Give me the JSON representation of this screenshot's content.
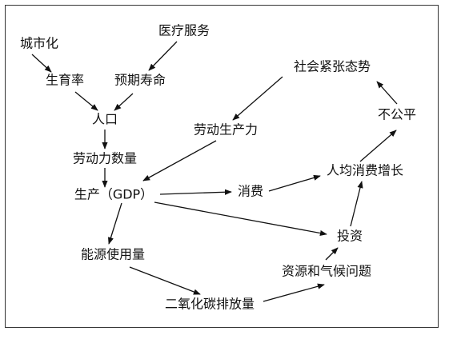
{
  "diagram": {
    "nodes": [
      {
        "id": "urbanization",
        "label": "城市化"
      },
      {
        "id": "medical",
        "label": "医疗服务"
      },
      {
        "id": "fertility",
        "label": "生育率"
      },
      {
        "id": "life_expectancy",
        "label": "预期寿命"
      },
      {
        "id": "social_tension",
        "label": "社会紧张态势"
      },
      {
        "id": "population",
        "label": "人口"
      },
      {
        "id": "productivity",
        "label": "劳动生产力"
      },
      {
        "id": "inequality",
        "label": "不公平"
      },
      {
        "id": "labor_quantity",
        "label": "劳动力数量"
      },
      {
        "id": "consumption_growth",
        "label": "人均消费增长"
      },
      {
        "id": "gdp",
        "label": "生产（GDP）"
      },
      {
        "id": "consumption",
        "label": "消费"
      },
      {
        "id": "investment",
        "label": "投资"
      },
      {
        "id": "energy",
        "label": "能源使用量"
      },
      {
        "id": "resources_climate",
        "label": "资源和气候问题"
      },
      {
        "id": "co2",
        "label": "二氧化碳排放量"
      }
    ],
    "edges": [
      {
        "from": "urbanization",
        "to": "fertility"
      },
      {
        "from": "medical",
        "to": "life_expectancy"
      },
      {
        "from": "fertility",
        "to": "population"
      },
      {
        "from": "life_expectancy",
        "to": "population"
      },
      {
        "from": "population",
        "to": "labor_quantity"
      },
      {
        "from": "labor_quantity",
        "to": "gdp"
      },
      {
        "from": "social_tension",
        "to": "productivity"
      },
      {
        "from": "productivity",
        "to": "gdp"
      },
      {
        "from": "gdp",
        "to": "consumption"
      },
      {
        "from": "gdp",
        "to": "investment"
      },
      {
        "from": "gdp",
        "to": "energy"
      },
      {
        "from": "consumption",
        "to": "consumption_growth"
      },
      {
        "from": "investment",
        "to": "consumption_growth"
      },
      {
        "from": "consumption_growth",
        "to": "inequality"
      },
      {
        "from": "inequality",
        "to": "social_tension"
      },
      {
        "from": "energy",
        "to": "co2"
      },
      {
        "from": "co2",
        "to": "resources_climate"
      },
      {
        "from": "resources_climate",
        "to": "investment"
      }
    ]
  }
}
